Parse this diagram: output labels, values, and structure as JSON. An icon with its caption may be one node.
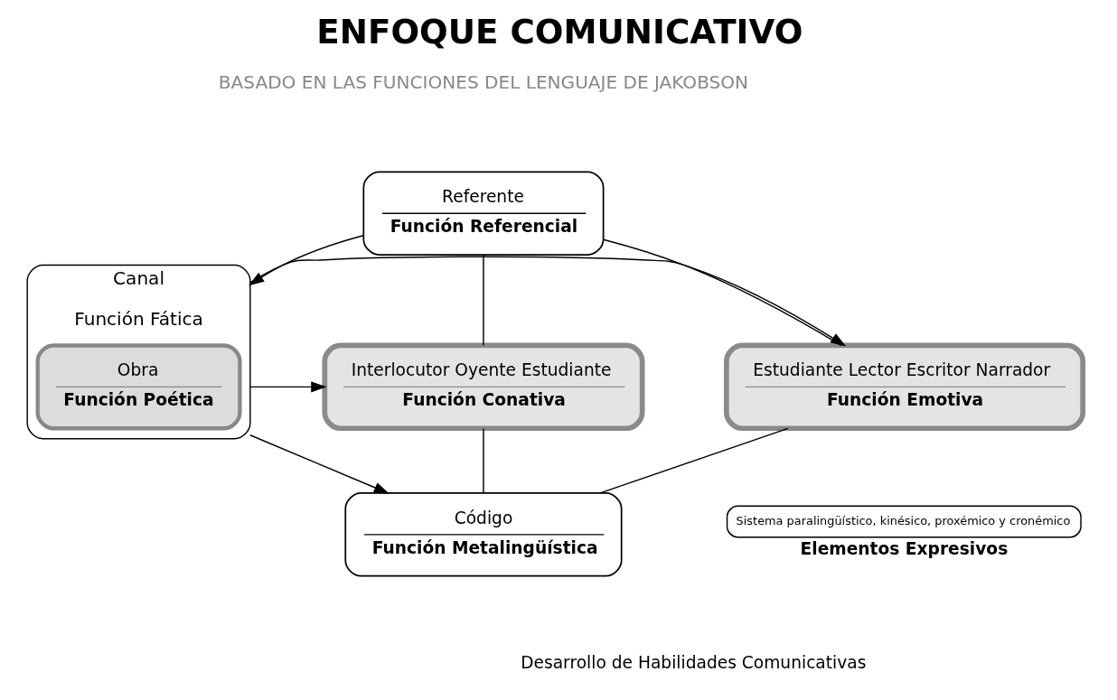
{
  "diagram": {
    "title": "ENFOQUE COMUNICATIVO",
    "nodes": [
      {
        "text": [
          "Referente",
          "Función Referencial"
        ]
      },
      {
        "text": [
          "Canal",
          "Función Fática"
        ]
      },
      {
        "text": [
          "Obra",
          "Función Poética"
        ],
        "in": 1
      },
      {
        "text": [
          "Estudiante Lector Escritor Narrador",
          "Función Emotiva"
        ]
      },
      {
        "text": [
          "Interlocutor Oyente Estudiante",
          "Función Conativa"
        ]
      },
      {
        "text": [
          "Código",
          "Función Metalingüística"
        ]
      },
      {
        "text": [
          "Sistema paralingüístico, kinésico, proxémico y cronémico",
          "Elementos Expresivos"
        ]
      }
    ],
    "edges": [
      {
        "from": 0,
        "to": 1,
        "arrow": "to"
      },
      {
        "from": 1,
        "to": 3,
        "arrow": "to"
      },
      {
        "from": 1,
        "to": 4,
        "arrow": "to"
      },
      {
        "from": 1,
        "to": 5,
        "arrow": "to"
      },
      {
        "from": 0,
        "to": 3,
        "arrow": "none"
      },
      {
        "from": 0,
        "to": 4,
        "arrow": "none"
      },
      {
        "from": 3,
        "to": 5,
        "arrow": "none"
      },
      {
        "from": 4,
        "to": 5,
        "arrow": "none"
      }
    ],
    "labels": [
      "BASADO EN LAS FUNCIONES DEL LENGUAJE DE JAKOBSON",
      "Desarrollo de Habilidades Comunicativas"
    ]
  }
}
